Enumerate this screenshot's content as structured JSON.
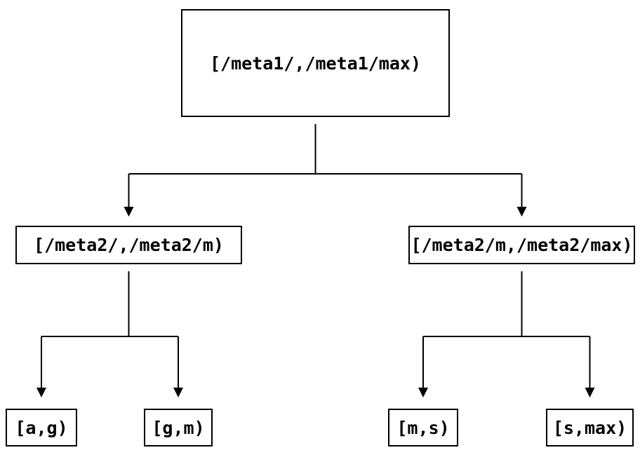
{
  "diagram": {
    "type": "binary-tree",
    "colors": {
      "background": "#ffffff",
      "line": "#000000",
      "text": "#000000"
    },
    "nodes": {
      "root": {
        "label": "[/meta1/,/meta1/max)"
      },
      "meta2_low": {
        "label": "[/meta2/,/meta2/m)"
      },
      "meta2_high": {
        "label": "[/meta2/m,/meta2/max)"
      },
      "leaf_ag": {
        "label": "[a,g)"
      },
      "leaf_gm": {
        "label": "[g,m)"
      },
      "leaf_ms": {
        "label": "[m,s)"
      },
      "leaf_smax": {
        "label": "[s,max)"
      }
    },
    "edges": [
      {
        "from": "root",
        "to": "meta2_low"
      },
      {
        "from": "root",
        "to": "meta2_high"
      },
      {
        "from": "meta2_low",
        "to": "leaf_ag"
      },
      {
        "from": "meta2_low",
        "to": "leaf_gm"
      },
      {
        "from": "meta2_high",
        "to": "leaf_ms"
      },
      {
        "from": "meta2_high",
        "to": "leaf_smax"
      }
    ]
  }
}
